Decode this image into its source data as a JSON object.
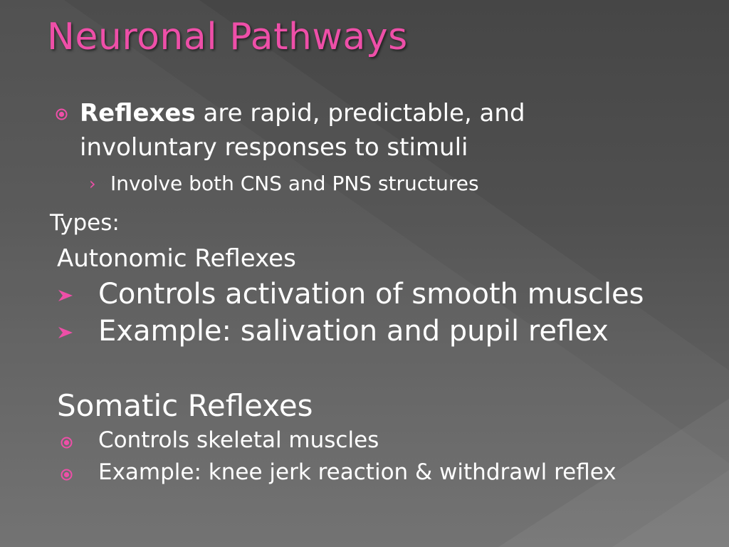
{
  "slide": {
    "title": "Neuronal Pathways",
    "bullet1": {
      "term": "Reflexes",
      "rest_line1": " are rapid, predictable, and",
      "line2": "involuntary responses to stimuli"
    },
    "sub_bullet": "Involve both CNS and PNS structures",
    "sub_marker": "›",
    "types_label": "Types:",
    "autonomic": {
      "heading": "Autonomic Reflexes",
      "items": [
        "Controls activation of smooth muscles",
        "Example: salivation and pupil reflex"
      ]
    },
    "somatic": {
      "heading": "Somatic Reflexes",
      "items": [
        "Controls skeletal muscles",
        "Example: knee jerk reaction & withdrawl reflex"
      ]
    }
  },
  "colors": {
    "accent": "#ee4fa8",
    "text": "#ffffff",
    "background": "#4a4a4a"
  },
  "icons": {
    "round_bullet": "circled-dot-icon",
    "arrow_bullet": "arrowhead-icon",
    "sub_bullet": "chevron-right-icon"
  }
}
